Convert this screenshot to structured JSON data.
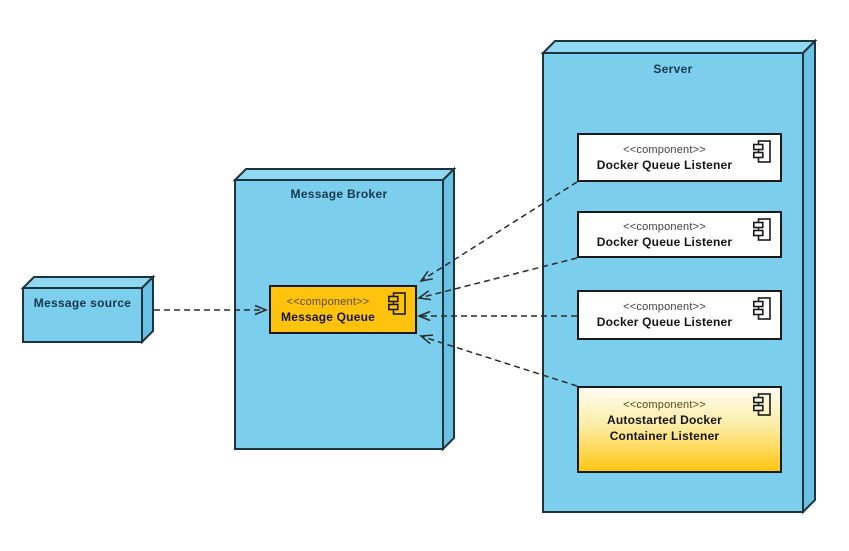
{
  "colors": {
    "background": "#ffffff",
    "node_fill": "#7bceec",
    "node_top": "#90d8f2",
    "node_side": "#69c2e3",
    "node_border": "#1d3340",
    "node_title": "#16384f",
    "component_border": "#1a1a1a",
    "component_name": "#141414",
    "stereotype_gray": "#3f3f3f",
    "stereotype_on_yellow": "#5c4a0e",
    "yellow": "#ffc30d",
    "gradient_top": "#fffdf2",
    "gradient_mid": "#fceda6",
    "gradient_bottom": "#ffc713",
    "connector": "#2b2b2b"
  },
  "nodes": {
    "message_source": {
      "label": "Message source"
    },
    "message_broker": {
      "label": "Message Broker"
    },
    "server": {
      "label": "Server"
    }
  },
  "components": {
    "message_queue": {
      "stereotype": "<<component>>",
      "name": "Message Queue"
    },
    "listener1": {
      "stereotype": "<<component>>",
      "name": "Docker Queue Listener"
    },
    "listener2": {
      "stereotype": "<<component>>",
      "name": "Docker Queue Listener"
    },
    "listener3": {
      "stereotype": "<<component>>",
      "name": "Docker Queue Listener"
    },
    "autostarted": {
      "stereotype": "<<component>>",
      "name": "Autostarted Docker Container Listener"
    }
  }
}
